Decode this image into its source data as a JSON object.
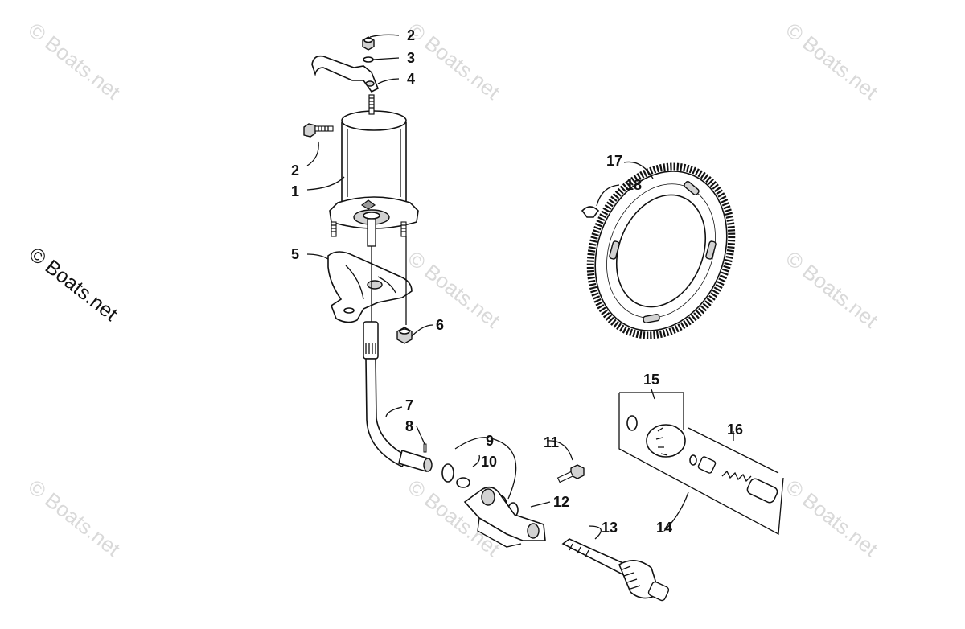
{
  "watermark": {
    "main": "© Boats.net",
    "faint": "© Boats.net"
  },
  "callouts": {
    "c1": "1",
    "c2a": "2",
    "c2b": "2",
    "c3": "3",
    "c4": "4",
    "c5": "5",
    "c6": "6",
    "c7": "7",
    "c8": "8",
    "c9": "9",
    "c10": "10",
    "c11": "11",
    "c12": "12",
    "c13": "13",
    "c14": "14",
    "c15": "15",
    "c16": "16",
    "c17": "17",
    "c18": "18"
  }
}
